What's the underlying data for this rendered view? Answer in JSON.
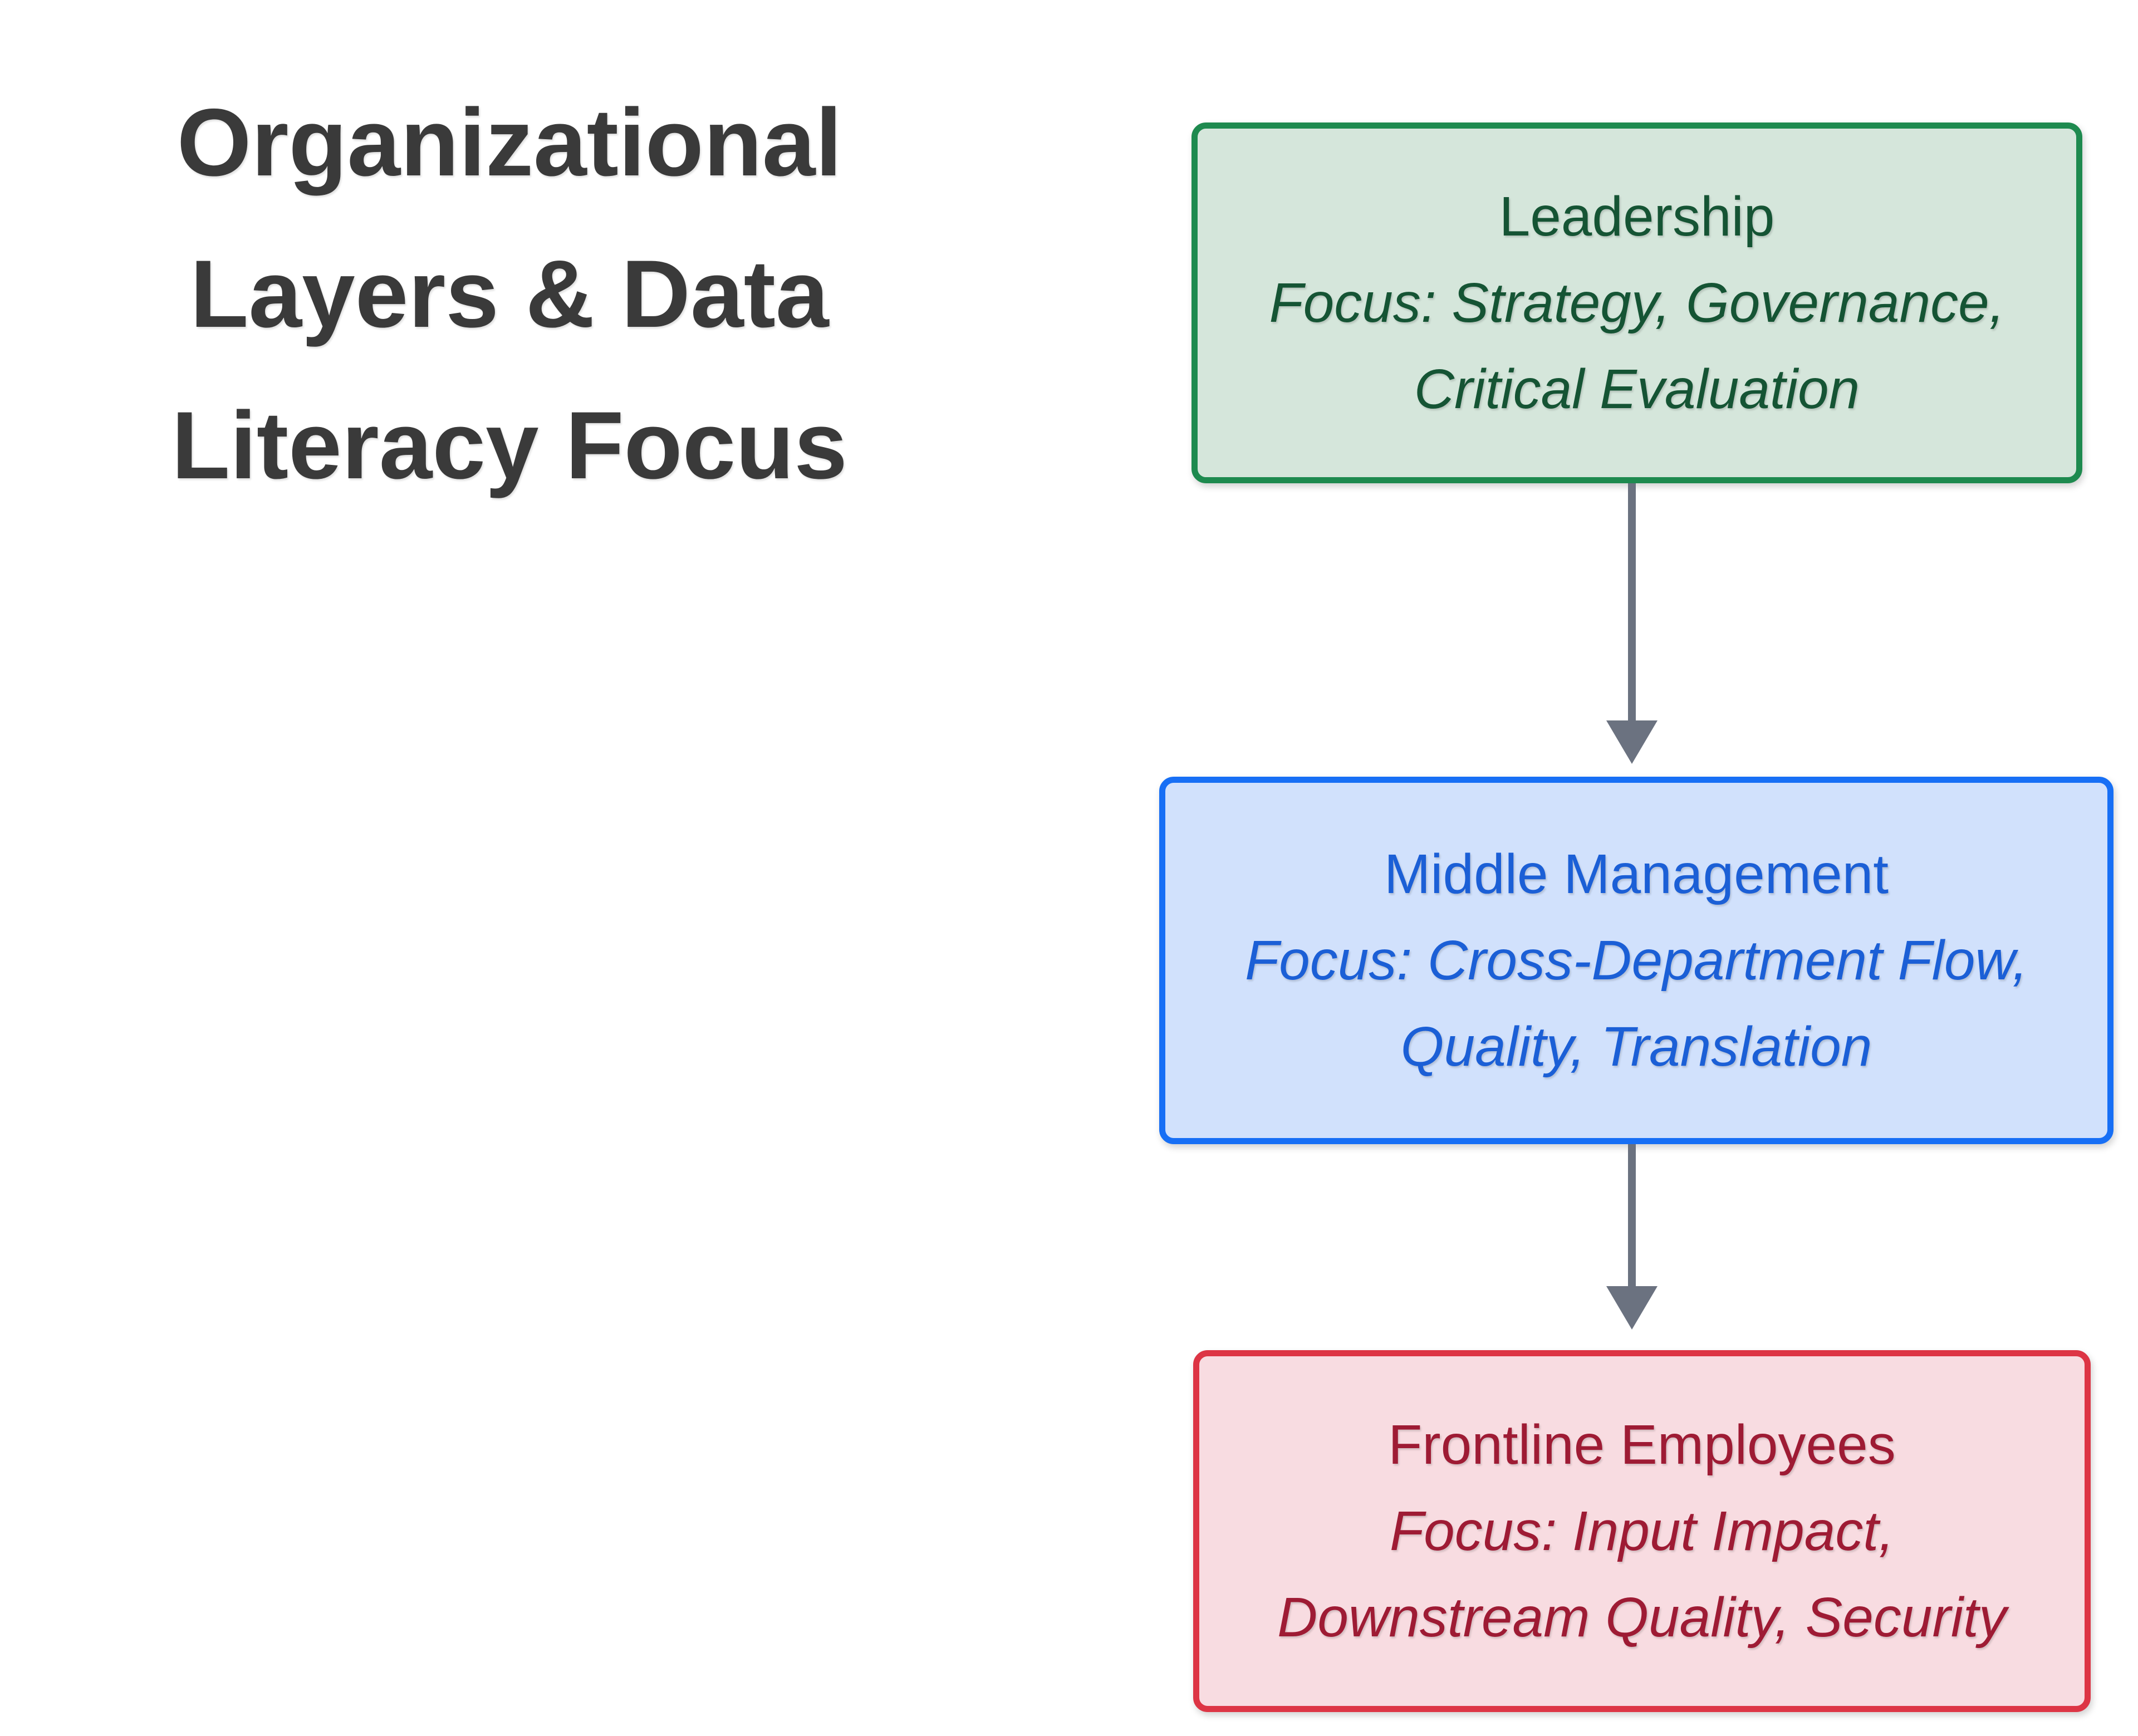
{
  "title": {
    "lines": [
      "Organizational",
      "Layers & Data",
      "Literacy Focus"
    ],
    "color": "#3a3a3a"
  },
  "layers": [
    {
      "id": "leadership",
      "name": "Leadership",
      "focus_lines": [
        "Focus: Strategy, Governance,",
        "Critical Evaluation"
      ],
      "border_color": "#1e8a4f",
      "fill_color": "#d5e6db",
      "text_color": "#155434"
    },
    {
      "id": "middle-management",
      "name": "Middle Management",
      "focus_lines": [
        "Focus: Cross-Department Flow,",
        "Quality, Translation"
      ],
      "border_color": "#176ff5",
      "fill_color": "#d1e1fc",
      "text_color": "#1b5fd6"
    },
    {
      "id": "frontline-employees",
      "name": "Frontline Employees",
      "focus_lines": [
        "Focus: Input Impact,",
        "Downstream Quality, Security"
      ],
      "border_color": "#dd3545",
      "fill_color": "#f8dce1",
      "text_color": "#9e1b34"
    }
  ],
  "arrows": {
    "color": "#6b7280",
    "connections": [
      {
        "from": "leadership",
        "to": "middle-management"
      },
      {
        "from": "middle-management",
        "to": "frontline-employees"
      }
    ]
  },
  "background": "#ffffff"
}
